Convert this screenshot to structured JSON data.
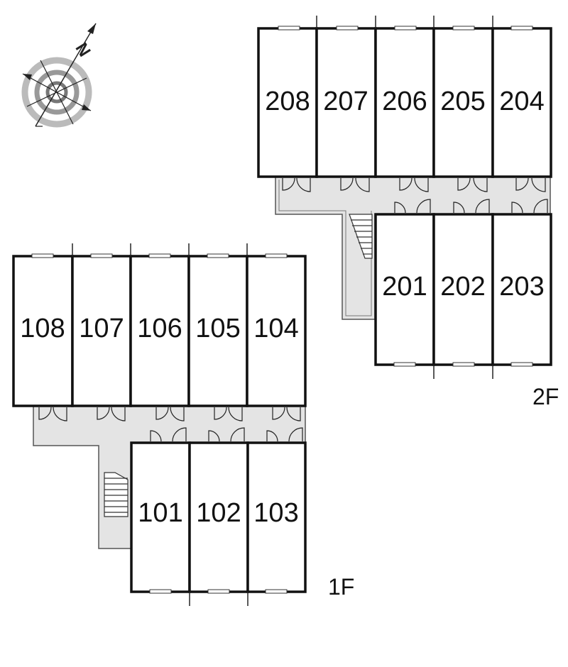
{
  "compass": {
    "label": "N",
    "icon": "compass-rose-icon"
  },
  "floors": [
    {
      "label": "2F",
      "units": [
        {
          "number": "208"
        },
        {
          "number": "207"
        },
        {
          "number": "206"
        },
        {
          "number": "205"
        },
        {
          "number": "204"
        },
        {
          "number": "201"
        },
        {
          "number": "202"
        },
        {
          "number": "203"
        }
      ]
    },
    {
      "label": "1F",
      "units": [
        {
          "number": "108"
        },
        {
          "number": "107"
        },
        {
          "number": "106"
        },
        {
          "number": "105"
        },
        {
          "number": "104"
        },
        {
          "number": "101"
        },
        {
          "number": "102"
        },
        {
          "number": "103"
        }
      ]
    }
  ],
  "colors": {
    "corridor": "#e4e4e4",
    "walls": "#111111"
  }
}
